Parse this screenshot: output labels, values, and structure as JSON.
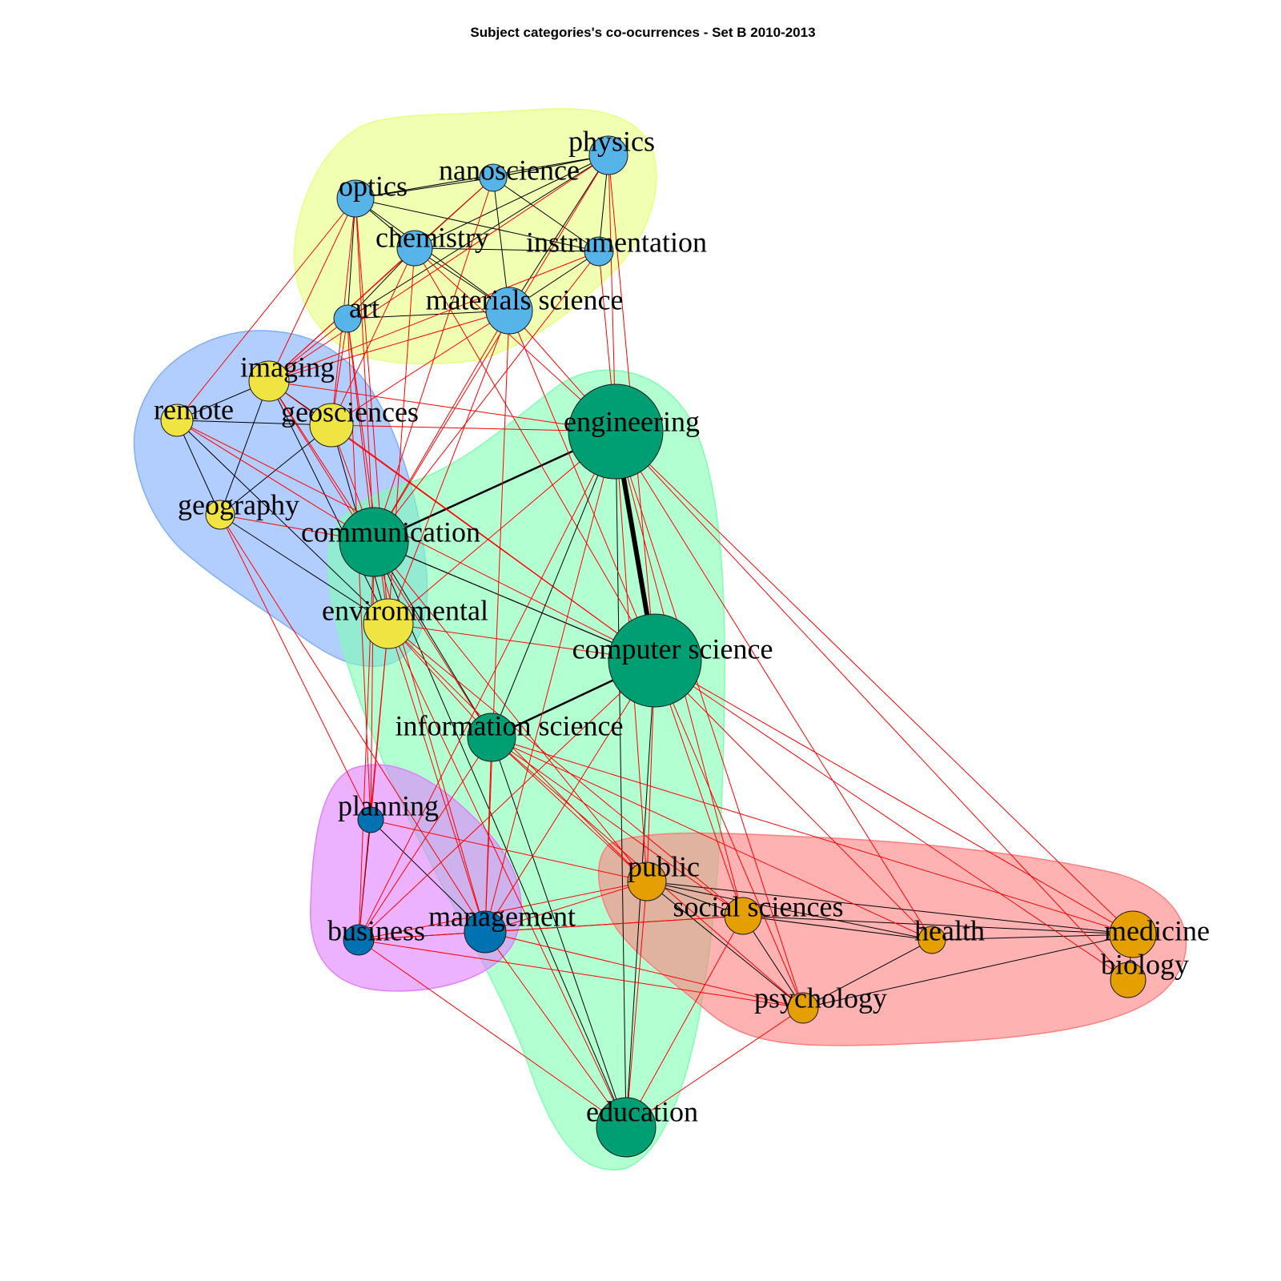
{
  "title": "Subject categories's co-ocurrences - Set B 2010-2013",
  "colors": {
    "physics_group": "#56B4E9",
    "geo_group": "#F0E442",
    "tech_group": "#009E73",
    "business_group": "#0072B2",
    "health_group": "#E69F00",
    "edge_within": "#000000",
    "edge_between": "#FF0000",
    "hull_yellow": "#E8FF80",
    "hull_blue": "#7FAEFF",
    "hull_green": "#7FFFB2",
    "hull_magenta": "#E07FFF",
    "hull_red": "#FF7F7F"
  },
  "nodes": [
    {
      "id": "physics",
      "label": "physics",
      "group": "physics_group"
    },
    {
      "id": "nanoscience",
      "label": "nanoscience",
      "group": "physics_group"
    },
    {
      "id": "optics",
      "label": "optics",
      "group": "physics_group"
    },
    {
      "id": "chemistry",
      "label": "chemistry",
      "group": "physics_group"
    },
    {
      "id": "instrumentation",
      "label": "instrumentation",
      "group": "physics_group"
    },
    {
      "id": "art",
      "label": "art",
      "group": "physics_group"
    },
    {
      "id": "materials",
      "label": "materials science",
      "group": "physics_group"
    },
    {
      "id": "imaging",
      "label": "imaging",
      "group": "geo_group"
    },
    {
      "id": "remote",
      "label": "remote",
      "group": "geo_group"
    },
    {
      "id": "geosciences",
      "label": "geosciences",
      "group": "geo_group"
    },
    {
      "id": "geography",
      "label": "geography",
      "group": "geo_group"
    },
    {
      "id": "environmental",
      "label": "environmental",
      "group": "geo_group"
    },
    {
      "id": "engineering",
      "label": "engineering",
      "group": "tech_group"
    },
    {
      "id": "communication",
      "label": "communication",
      "group": "tech_group"
    },
    {
      "id": "computer",
      "label": "computer science",
      "group": "tech_group"
    },
    {
      "id": "information",
      "label": "information science",
      "group": "tech_group"
    },
    {
      "id": "education",
      "label": "education",
      "group": "tech_group"
    },
    {
      "id": "planning",
      "label": "planning",
      "group": "business_group"
    },
    {
      "id": "business",
      "label": "business",
      "group": "business_group"
    },
    {
      "id": "management",
      "label": "management",
      "group": "business_group"
    },
    {
      "id": "public",
      "label": "public",
      "group": "health_group"
    },
    {
      "id": "social",
      "label": "social sciences",
      "group": "health_group"
    },
    {
      "id": "health",
      "label": "health",
      "group": "health_group"
    },
    {
      "id": "medicine",
      "label": "medicine",
      "group": "health_group"
    },
    {
      "id": "biology",
      "label": "biology",
      "group": "health_group"
    },
    {
      "id": "psychology",
      "label": "psychology",
      "group": "health_group"
    }
  ],
  "edges": [
    [
      "optics",
      "nanoscience"
    ],
    [
      "optics",
      "physics"
    ],
    [
      "optics",
      "chemistry"
    ],
    [
      "optics",
      "instrumentation"
    ],
    [
      "optics",
      "materials"
    ],
    [
      "optics",
      "art"
    ],
    [
      "nanoscience",
      "physics"
    ],
    [
      "nanoscience",
      "chemistry"
    ],
    [
      "nanoscience",
      "materials"
    ],
    [
      "nanoscience",
      "instrumentation"
    ],
    [
      "physics",
      "chemistry"
    ],
    [
      "physics",
      "materials"
    ],
    [
      "physics",
      "instrumentation"
    ],
    [
      "physics",
      "art"
    ],
    [
      "chemistry",
      "instrumentation"
    ],
    [
      "chemistry",
      "materials"
    ],
    [
      "chemistry",
      "art"
    ],
    [
      "instrumentation",
      "materials"
    ],
    [
      "art",
      "materials"
    ],
    [
      "imaging",
      "remote"
    ],
    [
      "imaging",
      "geosciences"
    ],
    [
      "imaging",
      "geography"
    ],
    [
      "imaging",
      "communication"
    ],
    [
      "remote",
      "geosciences"
    ],
    [
      "remote",
      "geography"
    ],
    [
      "remote",
      "environmental"
    ],
    [
      "geosciences",
      "geography"
    ],
    [
      "geosciences",
      "environmental"
    ],
    [
      "geography",
      "environmental"
    ],
    [
      "engineering",
      "computer"
    ],
    [
      "engineering",
      "communication"
    ],
    [
      "computer",
      "information"
    ],
    [
      "communication",
      "computer"
    ],
    [
      "communication",
      "information"
    ],
    [
      "communication",
      "education"
    ],
    [
      "engineering",
      "education"
    ],
    [
      "computer",
      "education"
    ],
    [
      "information",
      "education"
    ],
    [
      "environmental",
      "education"
    ],
    [
      "planning",
      "business"
    ],
    [
      "planning",
      "management"
    ],
    [
      "business",
      "management"
    ],
    [
      "public",
      "social"
    ],
    [
      "public",
      "health"
    ],
    [
      "public",
      "medicine"
    ],
    [
      "public",
      "psychology"
    ],
    [
      "social",
      "health"
    ],
    [
      "social",
      "medicine"
    ],
    [
      "social",
      "psychology"
    ],
    [
      "health",
      "medicine"
    ],
    [
      "health",
      "psychology"
    ],
    [
      "medicine",
      "biology"
    ],
    [
      "psychology",
      "medicine"
    ],
    [
      "optics",
      "remote"
    ],
    [
      "optics",
      "imaging"
    ],
    [
      "optics",
      "geosciences"
    ],
    [
      "optics",
      "communication"
    ],
    [
      "optics",
      "environmental"
    ],
    [
      "nanoscience",
      "imaging"
    ],
    [
      "nanoscience",
      "communication"
    ],
    [
      "physics",
      "engineering"
    ],
    [
      "physics",
      "communication"
    ],
    [
      "physics",
      "imaging"
    ],
    [
      "physics",
      "computer"
    ],
    [
      "chemistry",
      "imaging"
    ],
    [
      "chemistry",
      "geosciences"
    ],
    [
      "chemistry",
      "environmental"
    ],
    [
      "chemistry",
      "engineering"
    ],
    [
      "chemistry",
      "computer"
    ],
    [
      "instrumentation",
      "engineering"
    ],
    [
      "instrumentation",
      "communication"
    ],
    [
      "instrumentation",
      "imaging"
    ],
    [
      "materials",
      "imaging"
    ],
    [
      "materials",
      "geosciences"
    ],
    [
      "materials",
      "engineering"
    ],
    [
      "materials",
      "communication"
    ],
    [
      "materials",
      "environmental"
    ],
    [
      "materials",
      "computer"
    ],
    [
      "materials",
      "management"
    ],
    [
      "art",
      "imaging"
    ],
    [
      "art",
      "geosciences"
    ],
    [
      "art",
      "environmental"
    ],
    [
      "art",
      "communication"
    ],
    [
      "art",
      "planning"
    ],
    [
      "imaging",
      "engineering"
    ],
    [
      "imaging",
      "computer"
    ],
    [
      "imaging",
      "information"
    ],
    [
      "imaging",
      "environmental"
    ],
    [
      "remote",
      "communication"
    ],
    [
      "remote",
      "computer"
    ],
    [
      "geosciences",
      "engineering"
    ],
    [
      "geosciences",
      "communication"
    ],
    [
      "geosciences",
      "computer"
    ],
    [
      "geography",
      "communication"
    ],
    [
      "geography",
      "planning"
    ],
    [
      "geography",
      "management"
    ],
    [
      "environmental",
      "engineering"
    ],
    [
      "environmental",
      "computer"
    ],
    [
      "environmental",
      "information"
    ],
    [
      "environmental",
      "planning"
    ],
    [
      "environmental",
      "business"
    ],
    [
      "environmental",
      "management"
    ],
    [
      "environmental",
      "public"
    ],
    [
      "environmental",
      "social"
    ],
    [
      "communication",
      "business"
    ],
    [
      "communication",
      "management"
    ],
    [
      "communication",
      "public"
    ],
    [
      "communication",
      "planning"
    ],
    [
      "engineering",
      "information"
    ],
    [
      "engineering",
      "management"
    ],
    [
      "engineering",
      "business"
    ],
    [
      "engineering",
      "public"
    ],
    [
      "engineering",
      "medicine"
    ],
    [
      "engineering",
      "biology"
    ],
    [
      "engineering",
      "health"
    ],
    [
      "engineering",
      "social"
    ],
    [
      "engineering",
      "psychology"
    ],
    [
      "computer",
      "management"
    ],
    [
      "computer",
      "business"
    ],
    [
      "computer",
      "public"
    ],
    [
      "computer",
      "social"
    ],
    [
      "computer",
      "health"
    ],
    [
      "computer",
      "medicine"
    ],
    [
      "computer",
      "biology"
    ],
    [
      "computer",
      "psychology"
    ],
    [
      "information",
      "management"
    ],
    [
      "information",
      "business"
    ],
    [
      "information",
      "public"
    ],
    [
      "information",
      "social"
    ],
    [
      "information",
      "health"
    ],
    [
      "information",
      "medicine"
    ],
    [
      "information",
      "psychology"
    ],
    [
      "education",
      "public"
    ],
    [
      "education",
      "management"
    ],
    [
      "education",
      "business"
    ],
    [
      "education",
      "psychology"
    ],
    [
      "education",
      "social"
    ],
    [
      "planning",
      "public"
    ],
    [
      "management",
      "public"
    ],
    [
      "management",
      "social"
    ],
    [
      "management",
      "psychology"
    ],
    [
      "business",
      "public"
    ],
    [
      "business",
      "social"
    ],
    [
      "business",
      "psychology"
    ]
  ]
}
